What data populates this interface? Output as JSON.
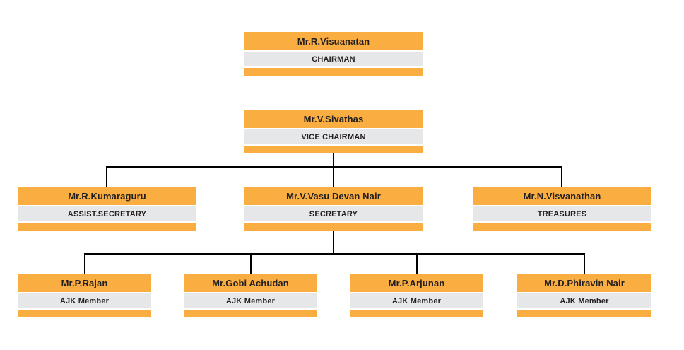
{
  "org": {
    "chairman": {
      "name": "Mr.R.Visuanatan",
      "title": "CHAIRMAN"
    },
    "vice_chairman": {
      "name": "Mr.V.Sivathas",
      "title": "VICE CHAIRMAN"
    },
    "level3": [
      {
        "name": "Mr.R.Kumaraguru",
        "title": "ASSIST.SECRETARY"
      },
      {
        "name": "Mr.V.Vasu Devan Nair",
        "title": "SECRETARY"
      },
      {
        "name": "Mr.N.Visvanathan",
        "title": "TREASURES"
      }
    ],
    "level4": [
      {
        "name": "Mr.P.Rajan",
        "title": "AJK Member"
      },
      {
        "name": "Mr.Gobi Achudan",
        "title": "AJK Member"
      },
      {
        "name": "Mr.P.Arjunan",
        "title": "AJK Member"
      },
      {
        "name": "Mr.D.Phiravin Nair",
        "title": "AJK Member"
      }
    ]
  },
  "colors": {
    "box_orange": "#FAAE42",
    "band_gray": "#E6E7E8",
    "text": "#231F20",
    "connector": "#000000"
  }
}
